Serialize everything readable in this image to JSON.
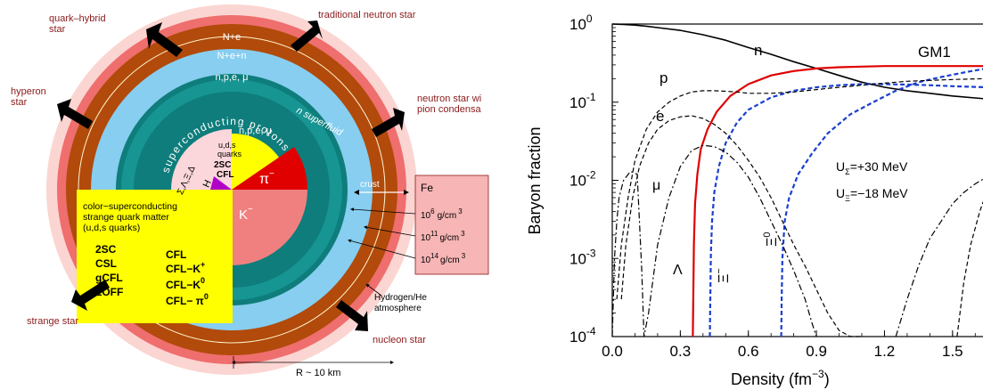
{
  "diagram": {
    "colors": {
      "outer_halo": "#fbd5d1",
      "outer_red": "#ef6e6e",
      "brown": "#b14a0a",
      "light_blue": "#87cef0",
      "teal": "#14908e",
      "pink_inner": "#fbd6da",
      "yellow": "#ffff00",
      "pion_red": "#e00000",
      "kaon_pink": "#f08080",
      "hyper_purple": "#b100c8",
      "arrow": "#000000",
      "label_maroon": "#8b1a1a"
    },
    "star_labels": {
      "quark_hybrid_line1": "quark–hybrid",
      "quark_hybrid_line2": "star",
      "traditional_neutron": "traditional neutron star",
      "hyperon_line1": "hyperon",
      "hyperon_line2": "star",
      "pion_line1": "neutron star wi",
      "pion_line2": "pion condensa",
      "strange_star": "strange star",
      "nucleon_star": "nucleon star"
    },
    "layers": {
      "n_e": "N+e",
      "n_e_n": "N+e+n",
      "npe_mu_outer": "n,p,e, μ",
      "n_superfluid": "n superfluid",
      "superconducting_protons": "superconducting protons",
      "npe_mu_inner": "n,p,e, μ",
      "uds_line1": "u,d,s",
      "uds_line2": "quarks",
      "twosc": "2SC",
      "cfl": "CFL",
      "hyperons": "Σ,Λ,Ξ,Δ",
      "h_dibaryon": "H",
      "pion_main": "π",
      "pion_sup": "−",
      "kaon_main": "K",
      "kaon_sup": "−"
    },
    "csc_box": {
      "line1": "color−superconducting",
      "line2": "strange quark matter",
      "line3": "(u,d,s quarks)",
      "left_col": [
        "2SC",
        "CSL",
        "gCFL",
        "LOFF"
      ],
      "cfl": "CFL",
      "cfl_k_plus": "CFL−K",
      "cfl_k_plus_sup": "+",
      "cfl_k0": "CFL−K",
      "cfl_k0_sup": "0",
      "cfl_pi0": "CFL− π",
      "cfl_pi0_sup": "0"
    },
    "crust": {
      "label": "crust",
      "fe": "Fe",
      "densities": [
        {
          "base": "10",
          "exp": "6",
          "unit": "g/cm",
          "unit_exp": "3"
        },
        {
          "base": "10",
          "exp": "11",
          "unit": "g/cm",
          "unit_exp": "3"
        },
        {
          "base": "10",
          "exp": "14",
          "unit": "g/cm",
          "unit_exp": "3"
        }
      ]
    },
    "atmosphere_line1": "Hydrogen/He",
    "atmosphere_line2": "atmosphere",
    "radius": "R ~ 10 km"
  },
  "chart_data": {
    "type": "line",
    "ylabel": "Baryon fraction",
    "xlabel": "Density (fm",
    "xlabel_exp": "−3",
    "xlabel_close": ")",
    "xlim": [
      0.0,
      1.65
    ],
    "ylim_log10": [
      -4,
      0
    ],
    "log_y": true,
    "xticks": [
      "0.0",
      "0.3",
      "0.6",
      "0.9",
      "1.2",
      "1.5"
    ],
    "yticks": [
      {
        "base": "10",
        "exp": "0"
      },
      {
        "base": "10",
        "exp": "-1"
      },
      {
        "base": "10",
        "exp": "-2"
      },
      {
        "base": "10",
        "exp": "-3"
      },
      {
        "base": "10",
        "exp": "-4"
      }
    ],
    "model_label": "GM1",
    "annotations": {
      "u_sigma": "U",
      "u_sigma_sub": "Σ",
      "u_sigma_val": "=+30 MeV",
      "u_xi": "U",
      "u_xi_sub": "Ξ",
      "u_xi_val": "=−18 MeV"
    },
    "series_labels": {
      "n": "n",
      "p": "p",
      "e": "e",
      "mu": "μ",
      "lambda": "Λ",
      "xi_minus": "Ξ",
      "xi_minus_sup": "−",
      "xi_zero": "Ξ",
      "xi_zero_sup": "0"
    },
    "series": [
      {
        "id": "n",
        "color": "#000000",
        "style": "solid",
        "width": 1.6,
        "x": [
          0.0,
          0.05,
          0.1,
          0.15,
          0.2,
          0.3,
          0.4,
          0.5,
          0.6,
          0.7,
          0.8,
          0.9,
          1.0,
          1.1,
          1.2,
          1.3,
          1.4,
          1.5,
          1.65
        ],
        "y": [
          1.0,
          0.99,
          0.97,
          0.94,
          0.9,
          0.83,
          0.73,
          0.62,
          0.5,
          0.41,
          0.33,
          0.27,
          0.22,
          0.18,
          0.155,
          0.14,
          0.13,
          0.12,
          0.11
        ]
      },
      {
        "id": "lambda",
        "color": "#e00000",
        "style": "solid",
        "width": 2.2,
        "x": [
          0.355,
          0.357,
          0.36,
          0.365,
          0.375,
          0.39,
          0.42,
          0.46,
          0.52,
          0.6,
          0.7,
          0.8,
          0.9,
          1.0,
          1.1,
          1.2,
          1.3,
          1.4,
          1.5,
          1.65
        ],
        "y": [
          0.0001,
          0.0003,
          0.0015,
          0.005,
          0.012,
          0.025,
          0.045,
          0.075,
          0.12,
          0.17,
          0.22,
          0.25,
          0.27,
          0.28,
          0.285,
          0.29,
          0.29,
          0.29,
          0.29,
          0.29
        ]
      },
      {
        "id": "xi_minus",
        "color": "#1a3fcf",
        "style": "dashed",
        "width": 2.2,
        "x": [
          0.43,
          0.432,
          0.435,
          0.44,
          0.45,
          0.47,
          0.5,
          0.55,
          0.6,
          0.7,
          0.8,
          0.9,
          1.0,
          1.1,
          1.2,
          1.3,
          1.4,
          1.5,
          1.65
        ],
        "y": [
          0.0001,
          0.0003,
          0.0012,
          0.003,
          0.007,
          0.015,
          0.03,
          0.055,
          0.08,
          0.115,
          0.14,
          0.155,
          0.165,
          0.17,
          0.17,
          0.168,
          0.165,
          0.16,
          0.155
        ]
      },
      {
        "id": "xi_zero",
        "color": "#1a3fcf",
        "style": "dashed",
        "width": 2.2,
        "x": [
          0.745,
          0.747,
          0.75,
          0.76,
          0.78,
          0.82,
          0.88,
          0.95,
          1.05,
          1.15,
          1.25,
          1.35,
          1.45,
          1.55,
          1.65
        ],
        "y": [
          0.0001,
          0.0003,
          0.001,
          0.003,
          0.006,
          0.012,
          0.022,
          0.04,
          0.07,
          0.1,
          0.14,
          0.18,
          0.21,
          0.24,
          0.27
        ]
      },
      {
        "id": "p",
        "color": "#000000",
        "style": "dashed",
        "width": 1.2,
        "x": [
          0.02,
          0.04,
          0.07,
          0.1,
          0.15,
          0.2,
          0.25,
          0.3,
          0.35,
          0.4,
          0.45,
          0.5,
          0.55,
          0.6,
          0.7,
          0.8,
          0.9,
          1.0,
          1.1,
          1.2,
          1.3,
          1.4,
          1.5,
          1.65
        ],
        "y": [
          0.0003,
          0.0015,
          0.006,
          0.018,
          0.045,
          0.075,
          0.1,
          0.12,
          0.135,
          0.14,
          0.14,
          0.138,
          0.135,
          0.13,
          0.13,
          0.135,
          0.145,
          0.155,
          0.165,
          0.175,
          0.185,
          0.19,
          0.195,
          0.2
        ]
      },
      {
        "id": "e",
        "color": "#000000",
        "style": "dashed",
        "width": 1.2,
        "x": [
          0.04,
          0.06,
          0.09,
          0.12,
          0.16,
          0.2,
          0.25,
          0.3,
          0.35,
          0.4,
          0.45,
          0.5,
          0.55,
          0.6,
          0.65,
          0.7,
          0.75,
          0.8,
          0.85,
          0.9,
          0.95,
          1.0,
          1.05,
          1.08,
          1.1
        ],
        "y": [
          0.0003,
          0.0015,
          0.006,
          0.015,
          0.03,
          0.045,
          0.058,
          0.065,
          0.067,
          0.062,
          0.052,
          0.04,
          0.028,
          0.018,
          0.011,
          0.006,
          0.003,
          0.0015,
          0.0008,
          0.0004,
          0.0002,
          0.00012,
          0.0001,
          0.0001,
          0.0001
        ]
      },
      {
        "id": "mu",
        "color": "#000000",
        "style": "dashdot",
        "width": 1.2,
        "x": [
          0.0,
          0.01,
          0.02,
          0.03,
          0.05,
          0.08,
          0.11,
          0.13,
          0.14,
          0.16,
          0.2,
          0.25,
          0.3,
          0.35,
          0.4,
          0.45,
          0.5,
          0.55,
          0.6,
          0.65,
          0.7,
          0.75,
          0.8,
          0.85,
          0.88,
          0.9
        ],
        "y": [
          0.0001,
          0.001,
          0.003,
          0.006,
          0.01,
          0.013,
          0.012,
          0.0007,
          0.0001,
          0.0002,
          0.0015,
          0.006,
          0.015,
          0.024,
          0.028,
          0.027,
          0.023,
          0.017,
          0.011,
          0.006,
          0.003,
          0.0015,
          0.0007,
          0.0003,
          0.00015,
          0.0001
        ]
      },
      {
        "id": "mu_tail",
        "color": "#000000",
        "style": "dashdot",
        "width": 1.2,
        "x": [
          1.25,
          1.3,
          1.35,
          1.4,
          1.45,
          1.5,
          1.55,
          1.6,
          1.65
        ],
        "y": [
          0.0001,
          0.0003,
          0.0008,
          0.0018,
          0.003,
          0.005,
          0.007,
          0.009,
          0.011
        ]
      },
      {
        "id": "e_tail",
        "color": "#000000",
        "style": "dashed",
        "width": 1.2,
        "x": [
          1.52,
          1.55,
          1.58,
          1.62,
          1.65
        ],
        "y": [
          0.0001,
          0.0005,
          0.0015,
          0.004,
          0.007
        ]
      }
    ]
  }
}
